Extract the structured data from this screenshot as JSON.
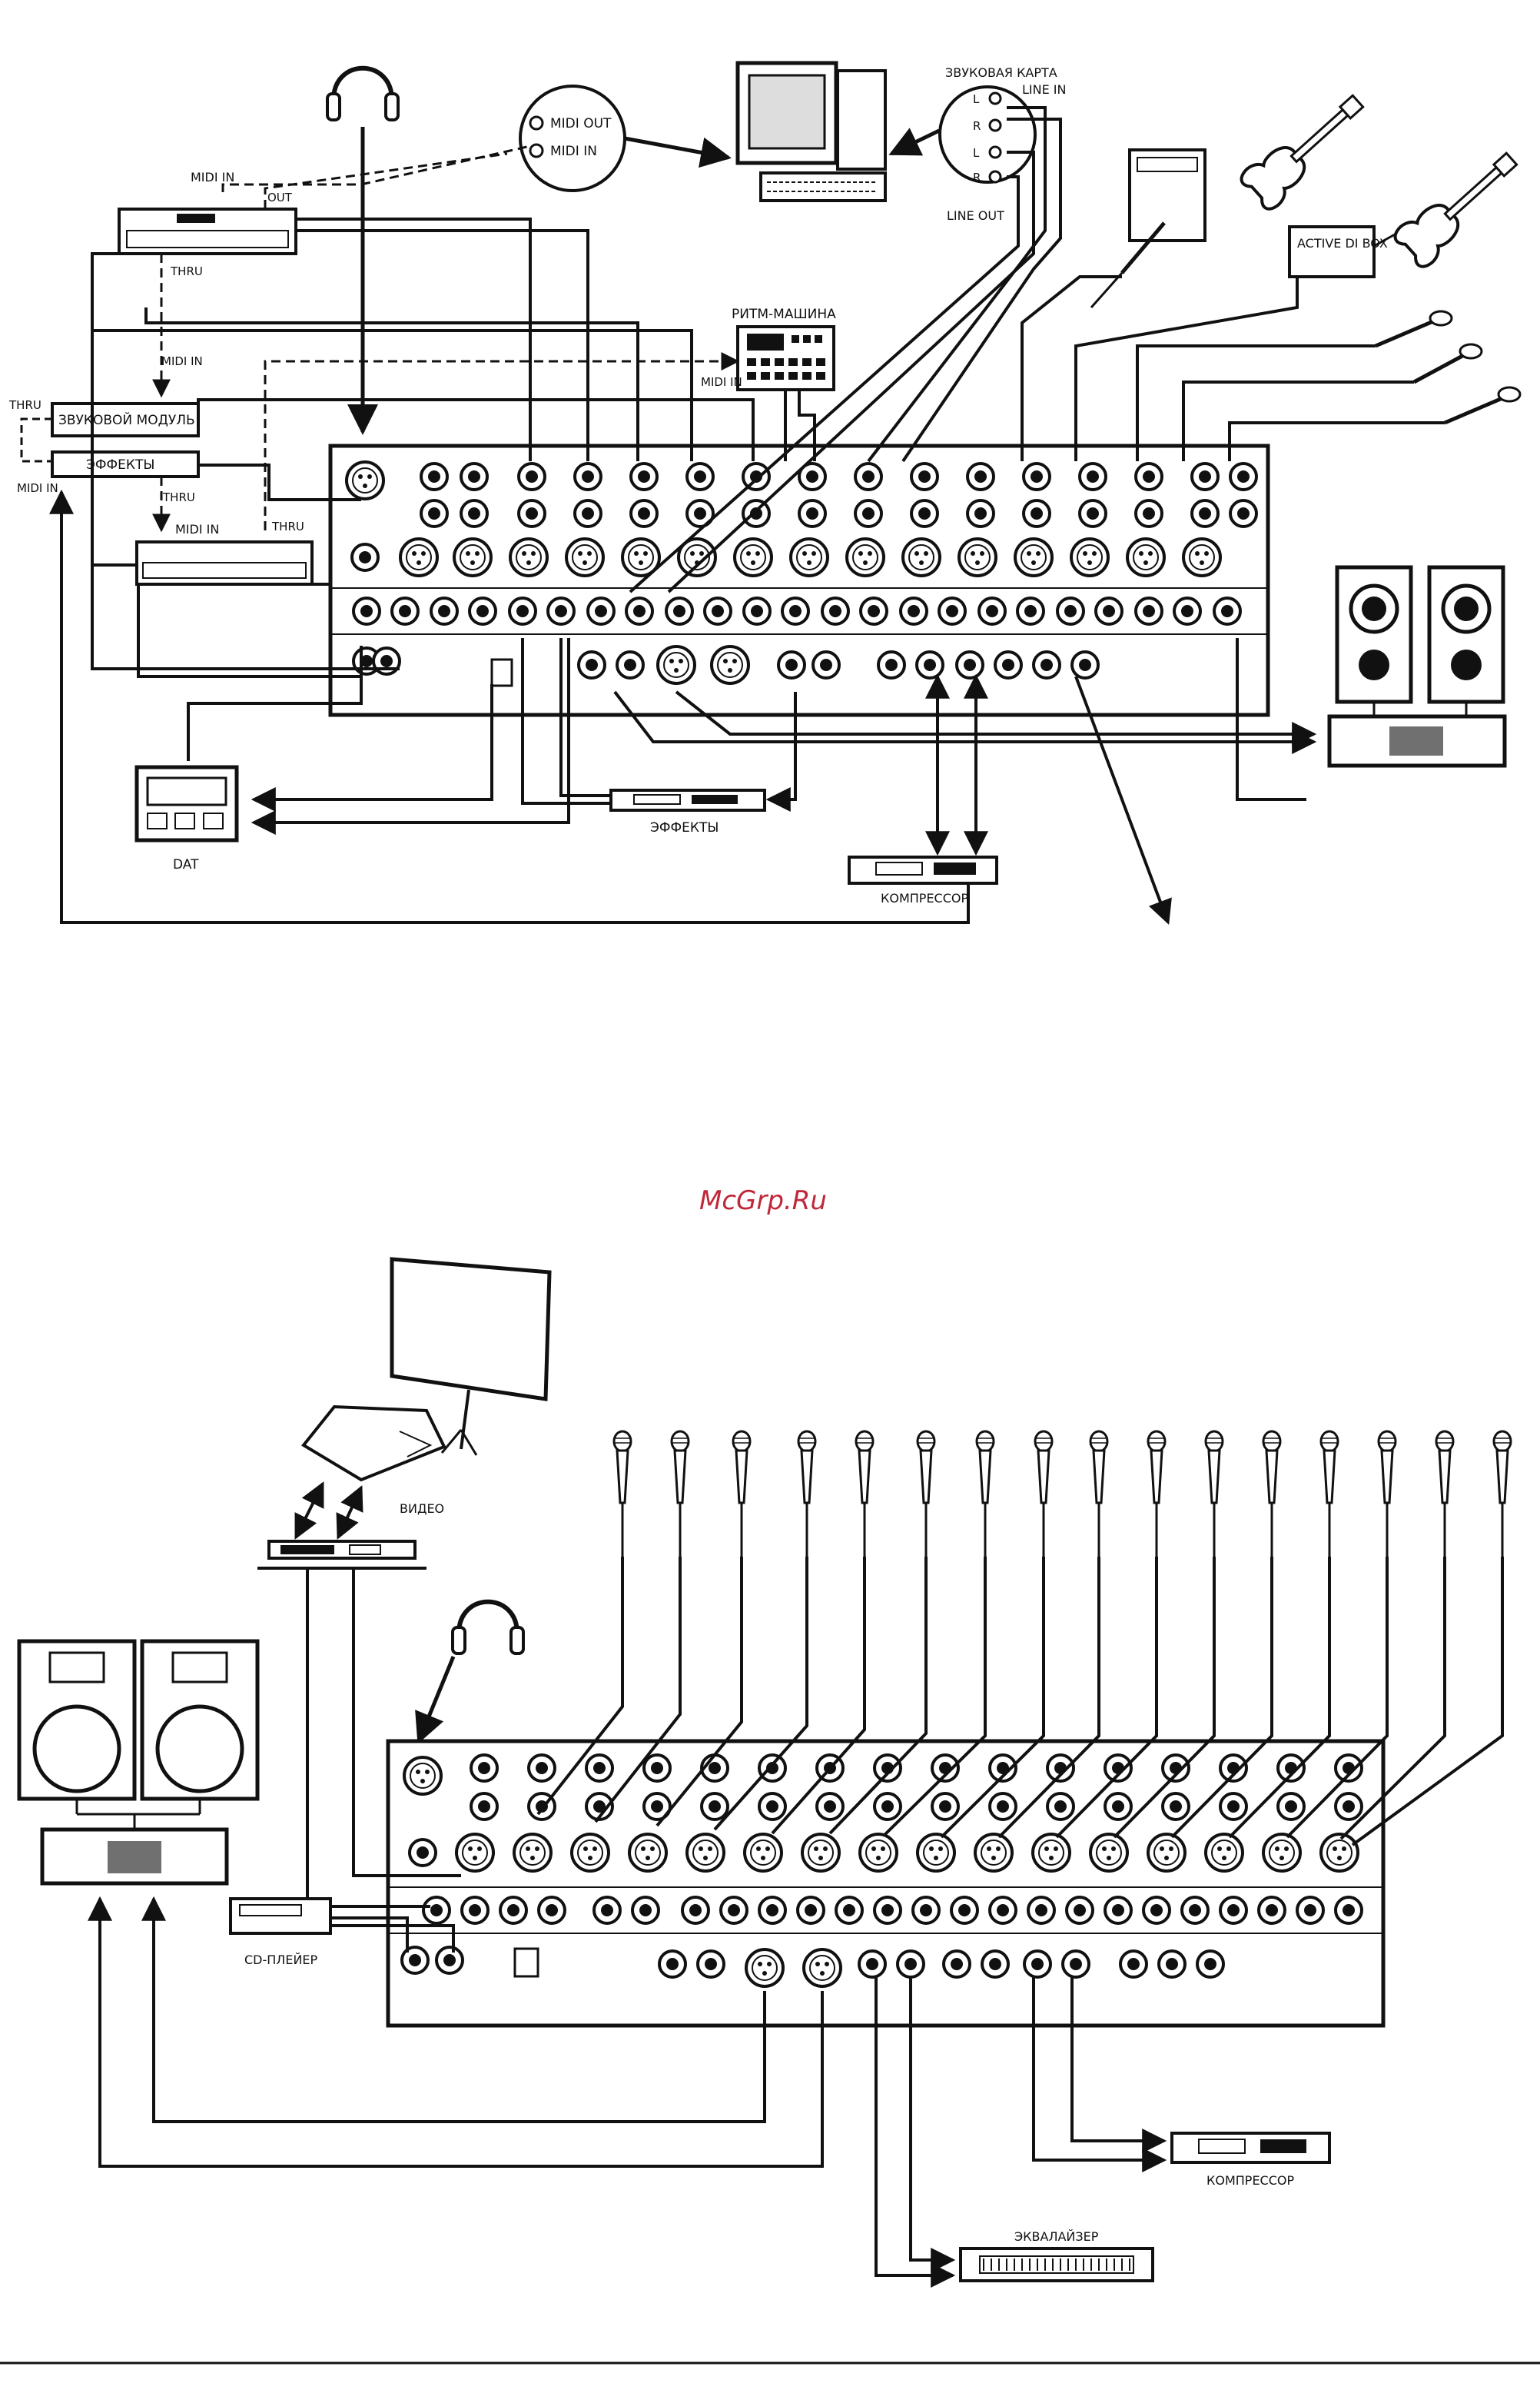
{
  "page": {
    "watermark": "McGrp.Ru",
    "colors": {
      "ink": "#111111",
      "paper": "#ffffff",
      "watermark": "#c0283a",
      "panel": "#e9e9e9"
    }
  },
  "diagram1": {
    "labels": {
      "midi_out": "MIDI OUT",
      "midi_in": "MIDI IN",
      "sound_card": "ЗВУКОВАЯ КАРТА",
      "line_in": "LINE IN",
      "line_out": "LINE OUT",
      "sc_l": "L",
      "sc_r": "R",
      "kbd_midi_in": "MIDI IN",
      "kbd_out": "OUT",
      "kbd_thru": "THRU",
      "drum_machine": "РИТМ-МАШИНА",
      "drum_midi_in": "MIDI IN",
      "sound_module": "ЗВУКОВОЙ МОДУЛЬ",
      "thru_left": "THRU",
      "midi_in_left": "MIDI IN",
      "effects_rack": "ЭФФЕКТЫ",
      "mod_midi_in": "MIDI IN",
      "thru_2": "THRU",
      "kbd2_midi_in": "MIDI IN",
      "kbd2_thru": "THRU",
      "active_di": "ACTIVE DI BOX",
      "dat": "DAT",
      "effects_bottom": "ЭФФЕКТЫ",
      "compressor": "КОМПРЕССОР"
    }
  },
  "diagram2": {
    "labels": {
      "video": "ВИДЕО",
      "cd_player": "CD-ПЛЕЙЕР",
      "compressor": "КОМПРЕССОР",
      "equalizer": "ЭКВАЛАЙЗЕР"
    }
  },
  "icons": [
    "headphones-icon",
    "computer-icon",
    "guitar-icon",
    "microphone-icon",
    "speaker-icon",
    "amplifier-icon",
    "keyboard-icon",
    "mixer-icon",
    "projector-icon"
  ]
}
